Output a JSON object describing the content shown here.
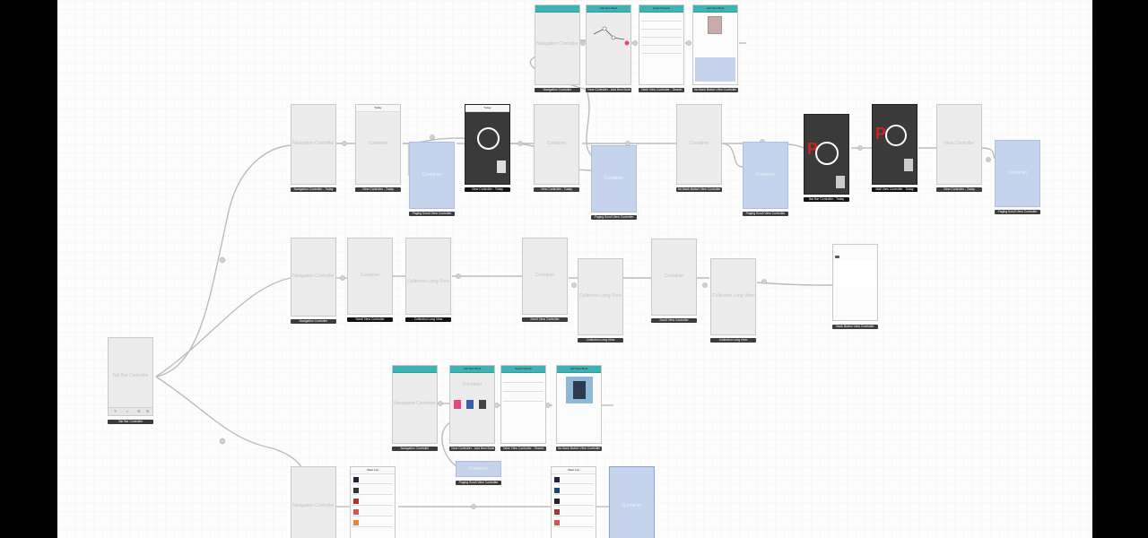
{
  "storyboard": {
    "tab_bar": {
      "title": "Tab Bar Controller",
      "label": "Tab Bar Controller"
    },
    "row_top": [
      {
        "title": "Navigation Controller",
        "label": "Navigation Controller"
      },
      {
        "title": "Add New Book",
        "label": "View Controller - Add New Book"
      },
      {
        "title": "Search Result",
        "label": "Table View Controller - Search"
      },
      {
        "title": "Add New Book",
        "label": "No Back Button View Controller"
      }
    ],
    "row_today": [
      {
        "title": "Navigation Controller",
        "label": "Navigation Controller - Today"
      },
      {
        "title": "Container",
        "header": "Today",
        "label": "View Controller - Today"
      },
      {
        "title": "Container",
        "label": "Paging Scroll View Controller"
      },
      {
        "header": "Today",
        "label": "View Controller - Today"
      },
      {
        "title": "Container",
        "label": "View Controller - Today"
      },
      {
        "title": "Container",
        "label": "Paging Scroll View Controller"
      },
      {
        "title": "Container",
        "label": "No Back Button View Controller"
      },
      {
        "title": "Container",
        "label": "Paging Scroll View Controller"
      },
      {
        "label": "Bar Bar Controller - Today"
      },
      {
        "label": "Mall View Controller - Today"
      },
      {
        "title": "View Controller",
        "label": "View Controller - Today"
      },
      {
        "title": "Container",
        "label": "Paging Scroll View Controller"
      }
    ],
    "row_scroll": [
      {
        "title": "Navigation Controller",
        "label": "Navigation Controller"
      },
      {
        "title": "Container",
        "label": "Scroll View Controller"
      },
      {
        "title": "Collection Long View",
        "label": "Collection Long View"
      },
      {
        "title": "Container",
        "label": "Scroll View Controller"
      },
      {
        "title": "Collection Long View",
        "label": "Collection Long View"
      },
      {
        "title": "Container",
        "label": "Scroll View Controller"
      },
      {
        "title": "Collection Long View",
        "label": "Collection Long View"
      },
      {
        "label": "Back Button View Controller"
      }
    ],
    "row_search": [
      {
        "title": "Navigation Controller",
        "label": "Navigation Controller"
      },
      {
        "title": "Container",
        "header": "Add New Book",
        "label": "View Controller - Add New Book"
      },
      {
        "header": "Search Result",
        "label": "Table View Controller - Search"
      },
      {
        "header": "Add New Book",
        "label": "No Back Button View Controller"
      },
      {
        "title": "Container",
        "label": "Paging Scroll View Controller"
      }
    ],
    "row_want": [
      {
        "title": "Navigation Controller"
      },
      {
        "header": "Want List"
      },
      {
        "header": "Want List"
      },
      {
        "title": "Container"
      }
    ],
    "colors": {
      "accent_teal": "#3fb3b4",
      "blue_scene": "#c6d3ec",
      "wire": "#bcbcbc"
    }
  }
}
